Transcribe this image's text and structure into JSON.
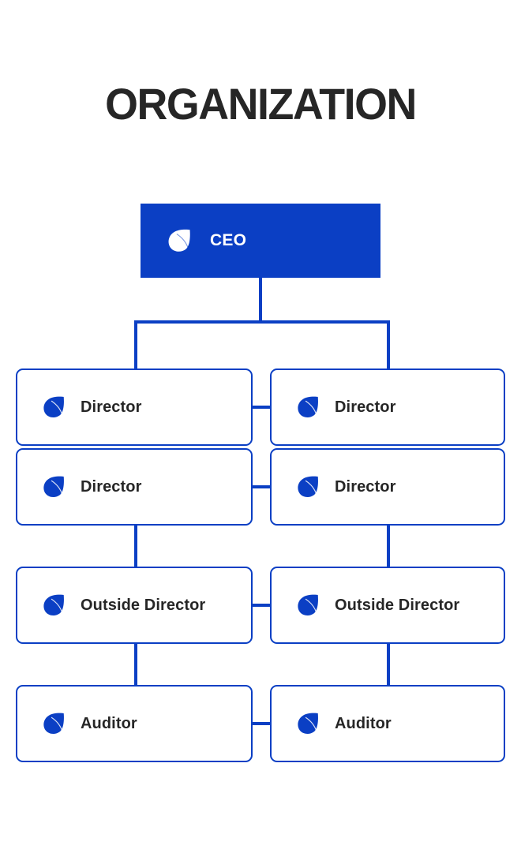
{
  "title": "ORGANIZATION",
  "colors": {
    "brand_blue": "#0B3FC4",
    "text_dark": "#262626",
    "box_background": "#FFFFFF",
    "title_color": "#262626"
  },
  "icons": {
    "leaf": "leaf-icon"
  },
  "root": {
    "label": "CEO",
    "icon": "leaf-icon"
  },
  "rows": [
    {
      "left": {
        "label": "Director",
        "icon": "leaf-icon"
      },
      "right": {
        "label": "Director",
        "icon": "leaf-icon"
      }
    },
    {
      "left": {
        "label": "Director",
        "icon": "leaf-icon"
      },
      "right": {
        "label": "Director",
        "icon": "leaf-icon"
      }
    },
    {
      "left": {
        "label": "Outside Director",
        "icon": "leaf-icon"
      },
      "right": {
        "label": "Outside Director",
        "icon": "leaf-icon"
      }
    },
    {
      "left": {
        "label": "Auditor",
        "icon": "leaf-icon"
      },
      "right": {
        "label": "Auditor",
        "icon": "leaf-icon"
      }
    }
  ]
}
